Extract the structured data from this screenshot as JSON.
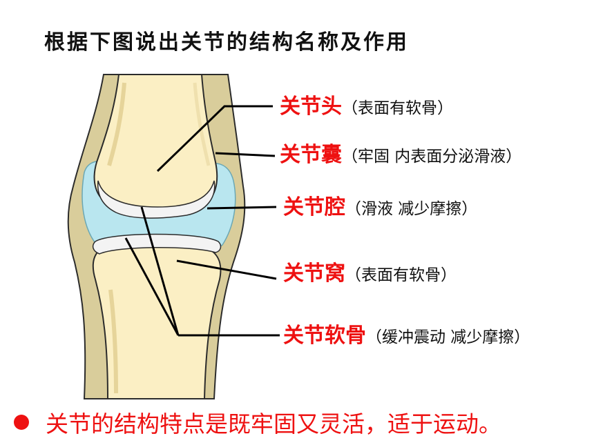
{
  "title": "根据下图说出关节的结构名称及作用",
  "labels": [
    {
      "id": "head",
      "name": "关节头",
      "note": "（表面有软骨）"
    },
    {
      "id": "capsule",
      "name": "关节囊",
      "note": "（牢固 内表面分泌滑液）"
    },
    {
      "id": "cavity",
      "name": "关节腔",
      "note": "（滑液 减少摩擦）"
    },
    {
      "id": "socket",
      "name": "关节窝",
      "note": "（表面有软骨）"
    },
    {
      "id": "cartilage",
      "name": "关节软骨",
      "note": "（缓冲震动 减少摩擦）"
    }
  ],
  "summary": "关节的结构特点是既牢固又灵活，适于运动。",
  "colors": {
    "accent": "#ee1111",
    "capsule": "#d8cc9a",
    "bone": "#fbefc4",
    "cavity": "#b9e6ef"
  }
}
